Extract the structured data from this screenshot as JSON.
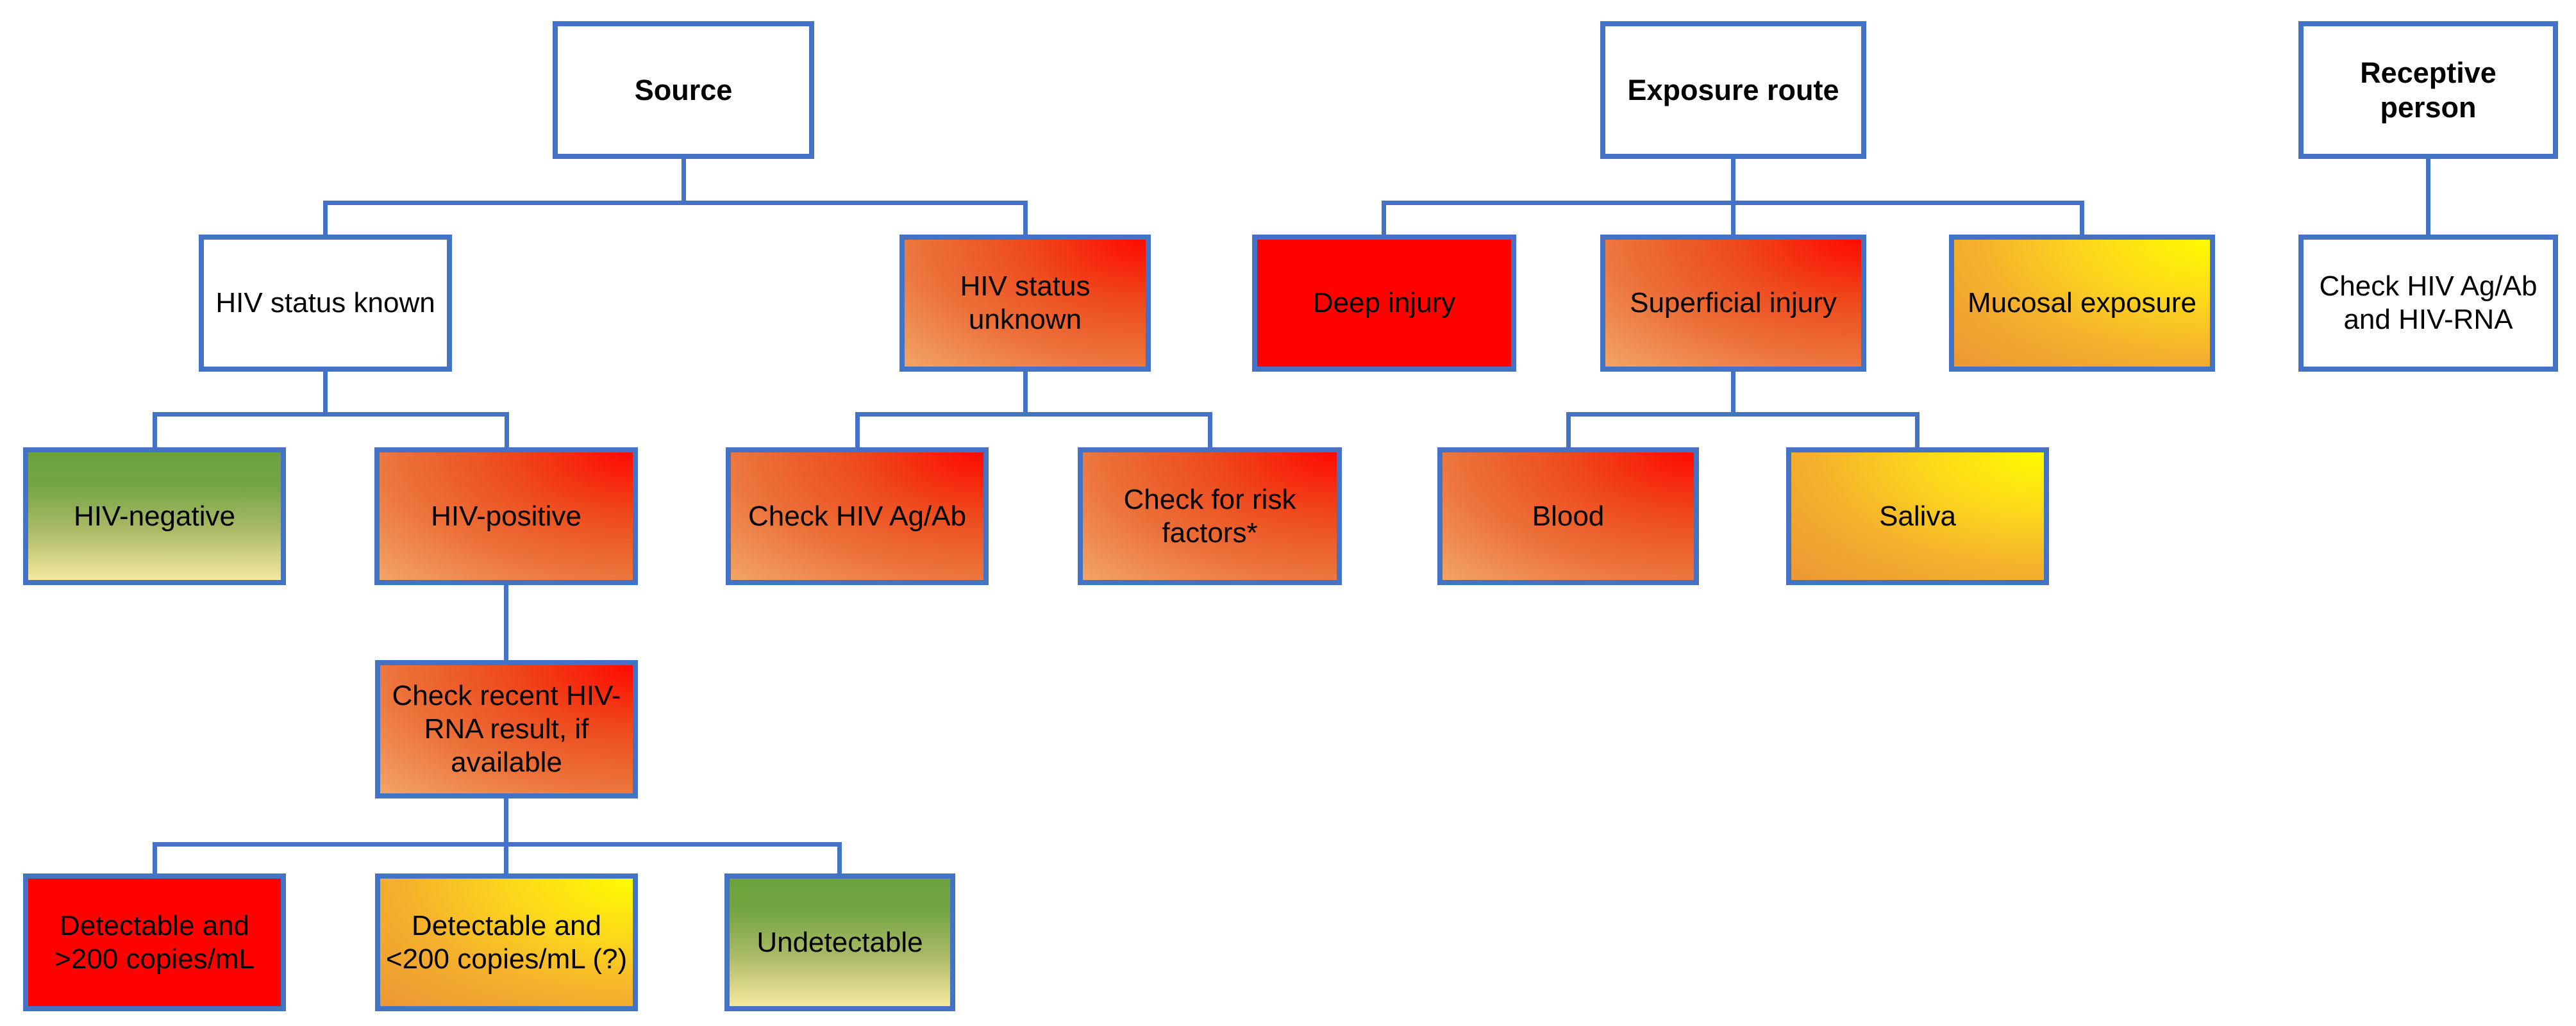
{
  "diagram": {
    "type": "flowchart",
    "topic": "HIV exposure risk assessment decision trees",
    "colors": {
      "box_border_blue": "#4472C4",
      "connector_blue": "#4472C4",
      "high_risk_red": "#FE0100",
      "gradient_orange": "#F2A466",
      "gradient_red": "#FF0A00",
      "gradient_yellow": "#FFFB00",
      "gradient_green": "#6BA23D",
      "gradient_pale_yellow": "#F5E89E",
      "text": "#000000",
      "background": "#FFFFFF"
    },
    "source_tree": {
      "source": {
        "label": "Source",
        "children": [
          "hiv_status_known",
          "hiv_status_unknown"
        ]
      },
      "hiv_status_known": {
        "label": "HIV status known",
        "children": [
          "hiv_negative",
          "hiv_positive"
        ]
      },
      "hiv_status_unknown": {
        "label": "HIV status unknown",
        "children": [
          "check_hiv_ag_ab",
          "check_risk_factors"
        ]
      },
      "hiv_negative": {
        "label": "HIV-negative",
        "children": []
      },
      "hiv_positive": {
        "label": "HIV-positive",
        "children": [
          "check_recent_hiv_rna"
        ]
      },
      "check_recent_hiv_rna": {
        "label": "Check recent HIV-RNA result, if available",
        "children": [
          "detectable_over_200",
          "detectable_under_200",
          "undetectable"
        ]
      },
      "detectable_over_200": {
        "label": "Detectable and >200 copies/mL",
        "children": []
      },
      "detectable_under_200": {
        "label": "Detectable and <200 copies/mL (?)",
        "children": []
      },
      "undetectable": {
        "label": "Undetectable",
        "children": []
      },
      "check_hiv_ag_ab": {
        "label": "Check HIV Ag/Ab",
        "children": []
      },
      "check_risk_factors": {
        "label": "Check for risk factors*",
        "children": []
      }
    },
    "exposure_tree": {
      "exposure_route": {
        "label": "Exposure route",
        "children": [
          "deep_injury",
          "superficial_injury",
          "mucosal_exposure"
        ]
      },
      "deep_injury": {
        "label": "Deep injury",
        "children": []
      },
      "superficial_injury": {
        "label": "Superficial injury",
        "children": [
          "blood",
          "saliva"
        ]
      },
      "mucosal_exposure": {
        "label": "Mucosal exposure",
        "children": []
      },
      "blood": {
        "label": "Blood",
        "children": []
      },
      "saliva": {
        "label": "Saliva",
        "children": []
      }
    },
    "receptive_tree": {
      "receptive_person": {
        "label": "Receptive person",
        "children": [
          "check_hiv_ag_ab_and_rna"
        ]
      },
      "check_hiv_ag_ab_and_rna": {
        "label": "Check HIV Ag/Ab and HIV-RNA",
        "children": []
      }
    }
  }
}
